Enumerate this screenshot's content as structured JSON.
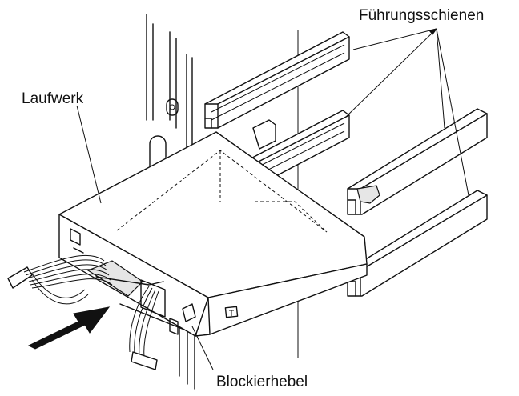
{
  "labels": {
    "guide_rails": "Führungsschienen",
    "drive": "Laufwerk",
    "lock_lever": "Blockierhebel"
  },
  "colors": {
    "line": "#111111",
    "background": "#ffffff"
  }
}
